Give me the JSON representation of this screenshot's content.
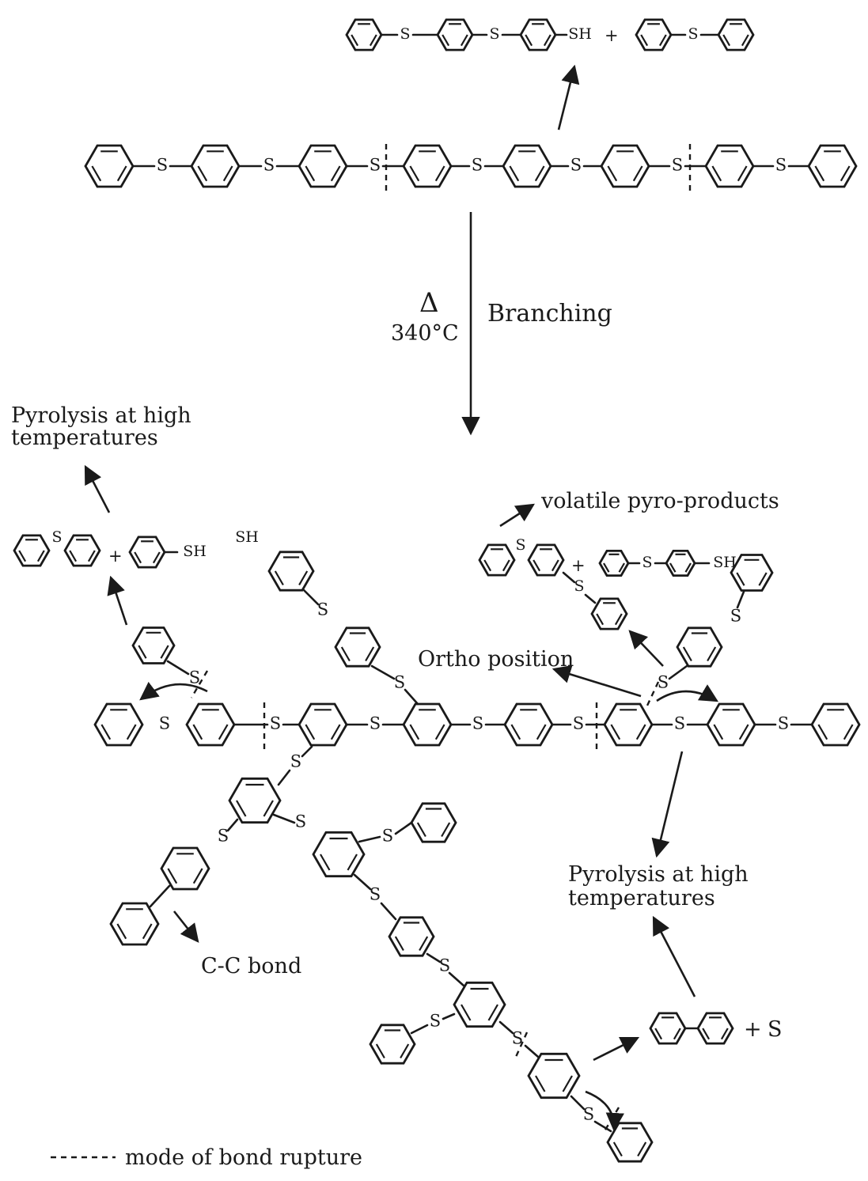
{
  "labels": {
    "delta": "Δ",
    "temperature": "340°C",
    "branching": "Branching",
    "pyrolysis_top_left": "Pyrolysis at high",
    "pyrolysis_top_left_2": "temperatures",
    "volatile": "volatile pyro-products",
    "ortho": "Ortho position",
    "pyrolysis_right": "Pyrolysis at high",
    "pyrolysis_right_2": "temperatures",
    "cc_bond": "C-C bond",
    "legend": "mode of bond rupture",
    "plus": "+",
    "sulfur": "S",
    "thiol": "SH"
  }
}
